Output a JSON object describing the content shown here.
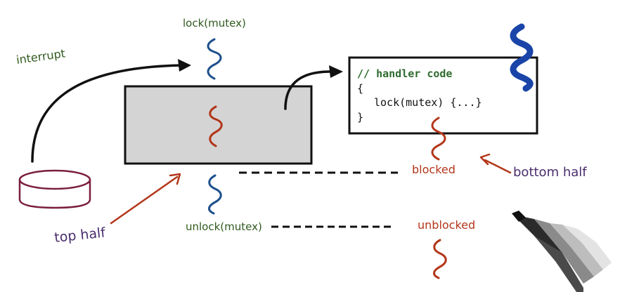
{
  "labels": {
    "interrupt": "interrupt",
    "lock_mutex": "lock(mutex)",
    "unlock_mutex": "unlock(mutex)",
    "blocked": "blocked",
    "unblocked": "unblocked",
    "bottom_half": "bottom half",
    "top_half": "top half"
  },
  "handler": {
    "comment": "// handler code",
    "open_brace": "{",
    "lock_line": "lock(mutex) {...}",
    "close_brace": "}"
  },
  "colors": {
    "ink_black": "#111111",
    "ink_green": "#2f5a1e",
    "ink_blue": "#1d4f8c",
    "ink_red": "#b3361a",
    "ink_purple": "#4a2d6e",
    "ink_maroon": "#7a1f3d",
    "box_fill": "#d4d4d4",
    "code_comment": "#2f6b2f",
    "heavy_blue": "#1a44a8"
  },
  "icons": {
    "device": "disk-device-icon",
    "pen": "pen-icon"
  }
}
